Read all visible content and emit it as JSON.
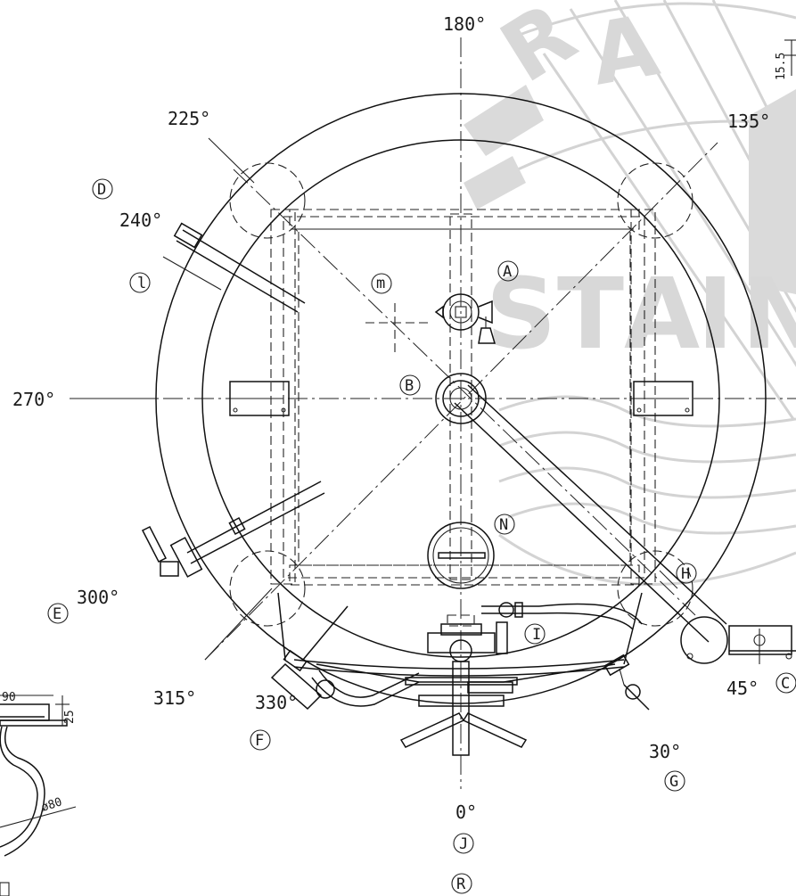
{
  "angles": {
    "a0": "0°",
    "a30": "30°",
    "a45": "45°",
    "a135": "135°",
    "a180": "180°",
    "a225": "225°",
    "a240": "240°",
    "a270": "270°",
    "a300": "300°",
    "a315": "315°",
    "a330": "330°"
  },
  "callouts": [
    "A",
    "B",
    "C",
    "D",
    "E",
    "F",
    "G",
    "H",
    "I",
    "J",
    "R",
    "N",
    "l",
    "m"
  ],
  "dimensions": {
    "d15_5": "15.5",
    "d90": "90",
    "d25": "25",
    "phi80": "ø80"
  },
  "watermark_text": [
    "S",
    "T",
    "A",
    "I",
    "N",
    "R",
    "A"
  ]
}
